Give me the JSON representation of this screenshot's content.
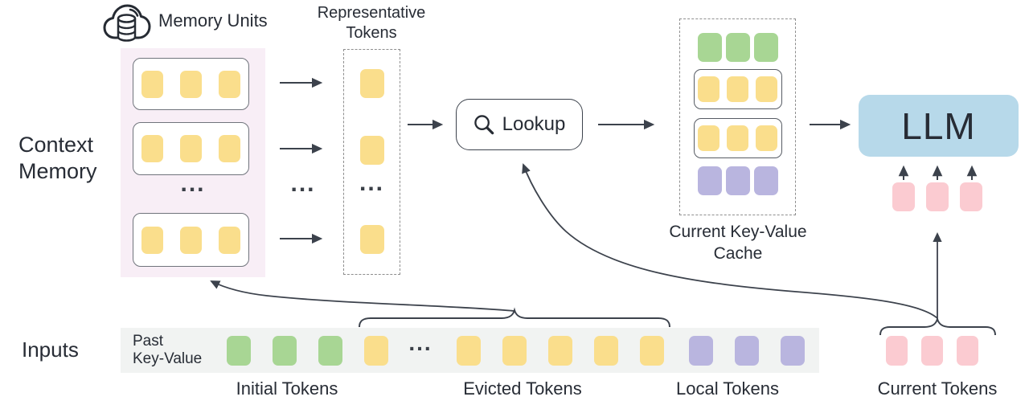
{
  "colors": {
    "yellow": "#FADE8C",
    "green": "#A8D694",
    "purple": "#B9B5DF",
    "pink": "#FBCBD1",
    "llm_blue": "#B7D9EA",
    "memory_bg": "#F8EEF6",
    "strip_bg": "#F1F3F2",
    "line": "#3C424C",
    "icon": "#262B33",
    "text": "#272C35"
  },
  "left_panel": {
    "context_memory_line1": "Context",
    "context_memory_line2": "Memory",
    "memory_units_label": "Memory Units",
    "ellipsis": "..."
  },
  "representative": {
    "title_line1": "Representative",
    "title_line2": "Tokens",
    "ellipsis": "..."
  },
  "mid_ellipsis": "...",
  "lookup": {
    "label": "Lookup"
  },
  "cache": {
    "caption_line1": "Current Key-Value",
    "caption_line2": "Cache"
  },
  "llm": {
    "label": "LLM"
  },
  "inputs": {
    "label": "Inputs",
    "past_kv_line1": "Past",
    "past_kv_line2": "Key-Value",
    "ellipsis": "...",
    "caption_initial": "Initial Tokens",
    "caption_evicted": "Evicted Tokens",
    "caption_local": "Local Tokens",
    "caption_current": "Current Tokens"
  },
  "token_groups": [
    {
      "target": "memory-unit-1-tokens",
      "color": "yellow",
      "count": 3,
      "token_name": "memory-token"
    },
    {
      "target": "memory-unit-2-tokens",
      "color": "yellow",
      "count": 3,
      "token_name": "memory-token"
    },
    {
      "target": "memory-unit-3-tokens",
      "color": "yellow",
      "count": 3,
      "token_name": "memory-token"
    },
    {
      "target": "rep-token-slot-1",
      "color": "yellow",
      "count": 1,
      "token_name": "representative-token"
    },
    {
      "target": "rep-token-slot-2",
      "color": "yellow",
      "count": 1,
      "token_name": "representative-token"
    },
    {
      "target": "rep-token-slot-3",
      "color": "yellow",
      "count": 1,
      "token_name": "representative-token"
    },
    {
      "target": "cache-initial-row",
      "color": "green",
      "count": 3,
      "token_name": "cache-initial-token"
    },
    {
      "target": "cache-unit-1-tokens",
      "color": "yellow",
      "count": 3,
      "token_name": "cache-memory-token"
    },
    {
      "target": "cache-unit-2-tokens",
      "color": "yellow",
      "count": 3,
      "token_name": "cache-memory-token"
    },
    {
      "target": "cache-local-row",
      "color": "purple",
      "count": 3,
      "token_name": "cache-local-token"
    },
    {
      "target": "strip-initial-tokens",
      "color": "green",
      "count": 3,
      "token_name": "initial-token"
    },
    {
      "target": "strip-evicted-head-token",
      "color": "yellow",
      "count": 1,
      "token_name": "evicted-token"
    },
    {
      "target": "strip-evicted-tokens",
      "color": "yellow",
      "count": 5,
      "token_name": "evicted-token"
    },
    {
      "target": "strip-local-tokens",
      "color": "purple",
      "count": 3,
      "token_name": "local-token"
    },
    {
      "target": "current-tokens-row",
      "color": "pink",
      "count": 3,
      "token_name": "current-token"
    },
    {
      "target": "llm-input-tokens",
      "color": "pink",
      "count": 3,
      "token_name": "llm-input-token"
    }
  ]
}
